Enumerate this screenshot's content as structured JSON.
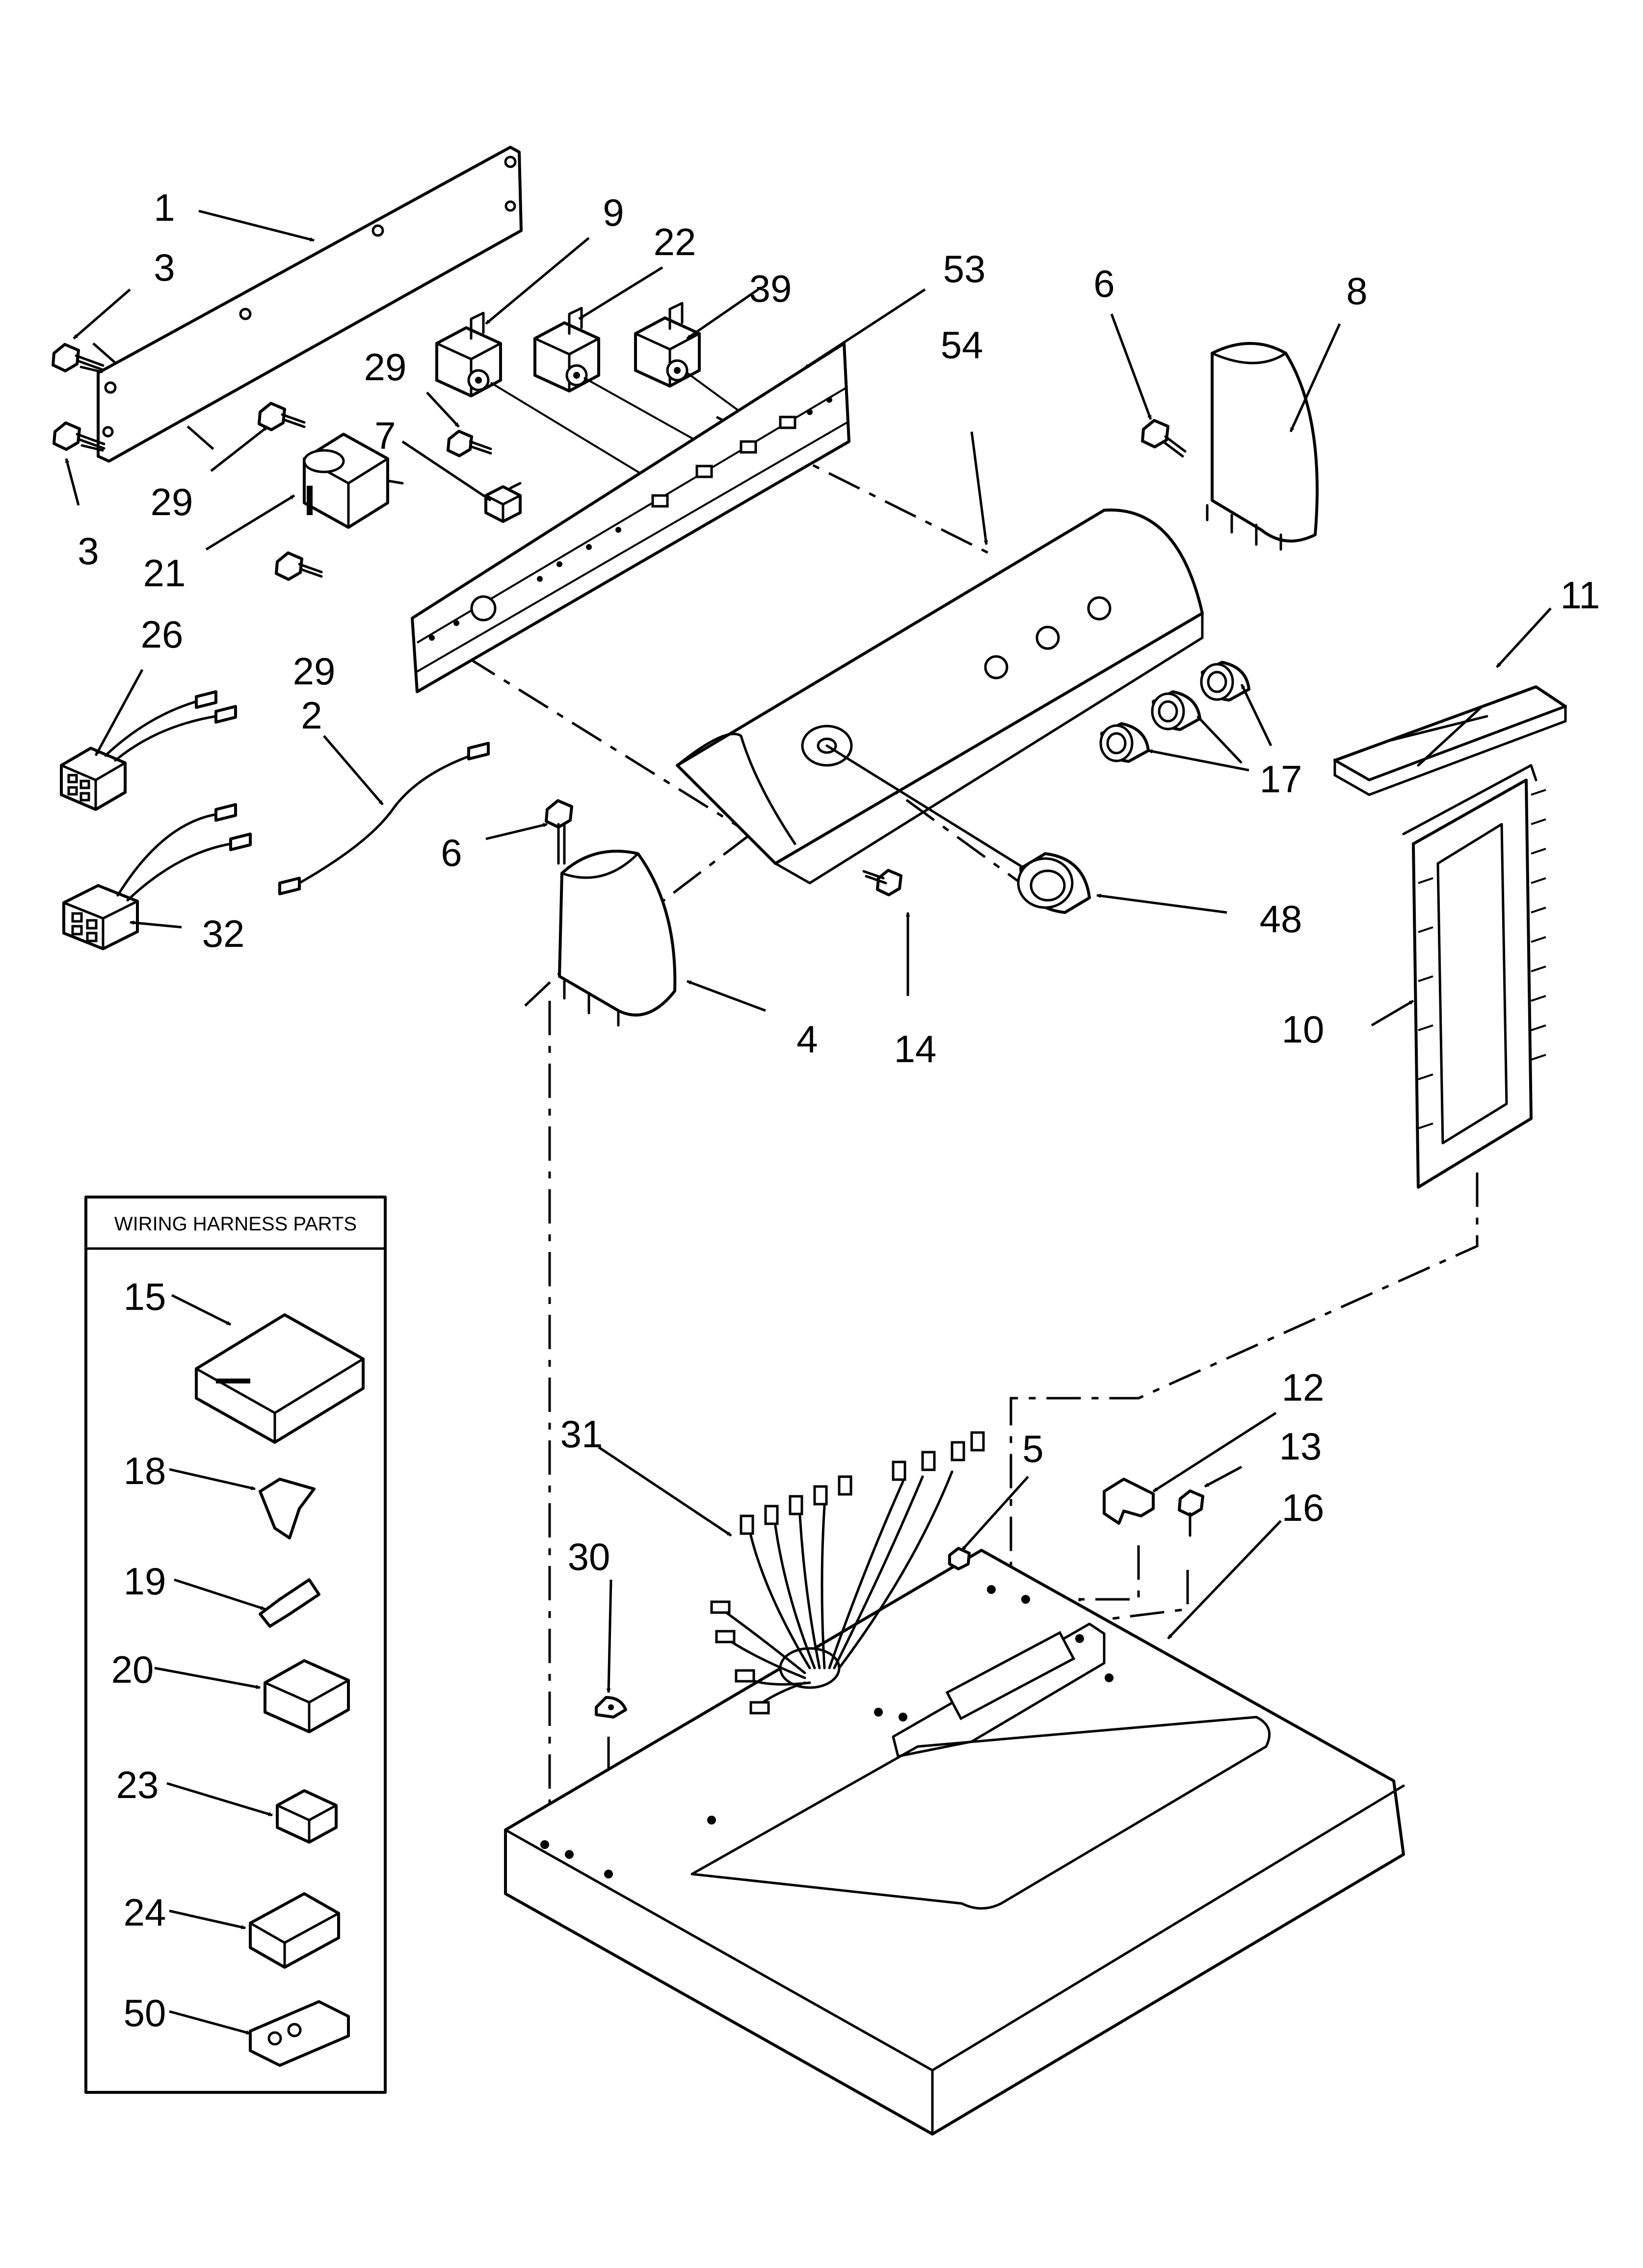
{
  "inset": {
    "title": "WIRING HARNESS PARTS"
  },
  "callouts": {
    "c1": "1",
    "c3a": "3",
    "c3b": "3",
    "c29a": "29",
    "c29b": "29",
    "c29c": "29",
    "c21": "21",
    "c7": "7",
    "c9": "9",
    "c22": "22",
    "c39": "39",
    "c53": "53",
    "c54": "54",
    "c6a": "6",
    "c8": "8",
    "c26": "26",
    "c2": "2",
    "c6b": "6",
    "c32": "32",
    "c4": "4",
    "c14": "14",
    "c48": "48",
    "c17": "17",
    "c11": "11",
    "c10": "10",
    "c15": "15",
    "c18": "18",
    "c19": "19",
    "c20": "20",
    "c23": "23",
    "c24": "24",
    "c50": "50",
    "c31": "31",
    "c30": "30",
    "c5": "5",
    "c12": "12",
    "c13": "13",
    "c16": "16"
  },
  "colors": {
    "ink": "#000000",
    "paper": "#ffffff"
  }
}
